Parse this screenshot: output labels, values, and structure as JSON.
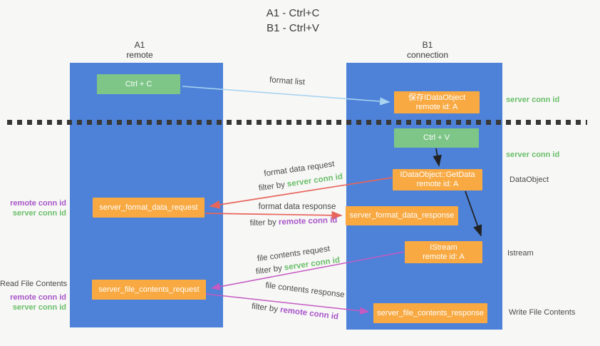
{
  "title": {
    "line1": "A1 - Ctrl+C",
    "line2": "B1 - Ctrl+V"
  },
  "columns": {
    "left": {
      "id": "A1",
      "name": "remote"
    },
    "right": {
      "id": "B1",
      "name": "connection"
    }
  },
  "nodes": {
    "ctrl_c": {
      "label": "Ctrl + C"
    },
    "save_dataobject": {
      "line1": "保存IDataObject",
      "line2": "remote id: A"
    },
    "ctrl_v": {
      "label": "Ctrl + V"
    },
    "getdata": {
      "line1": "IDataObject::GetData",
      "line2": "remote id: A"
    },
    "format_request": {
      "label": "server_format_data_request"
    },
    "format_response": {
      "label": "server_format_data_response"
    },
    "istream": {
      "line1": "IStream",
      "line2": "remote id: A"
    },
    "file_request": {
      "label": "server_file_contents_request"
    },
    "file_response": {
      "label": "server_file_contents_response"
    }
  },
  "edge_labels": {
    "format_list": "format list",
    "format_data_request": "format data request",
    "format_data_response": "format data response",
    "file_contents_request": "file contents request",
    "file_contents_response": "file contents response",
    "filter_by": "filter by ",
    "server_conn_id": "server conn id",
    "remote_conn_id": "remote conn id"
  },
  "side_labels": {
    "remote_conn_id": "remote conn id",
    "server_conn_id": "server conn id",
    "read_file_contents": "Read File Contents",
    "write_file_contents": "Write File Contents",
    "dataobject": "DataObject",
    "istream": "Istream"
  },
  "colors": {
    "background": "#f7f7f6",
    "column_blue": "#4d82d8",
    "node_green": "#7dc687",
    "node_orange": "#f8a942",
    "arrow_red": "#e8655c",
    "arrow_magenta": "#c45ac2",
    "arrow_light_blue": "#a9d3f0",
    "arrow_black": "#222222",
    "text_green": "#6abf69",
    "text_purple": "#a855c8",
    "text_gray": "#4a4a4a",
    "dotted_line": "#383838"
  }
}
